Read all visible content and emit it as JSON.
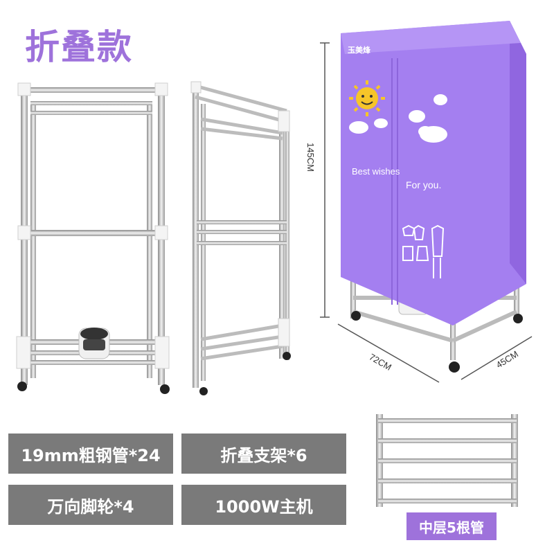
{
  "title": "折叠款",
  "cover": {
    "brand": "玉美烽",
    "text_left": "Best wishes",
    "text_right": "For you.",
    "color": "#a47ff0"
  },
  "dimensions": {
    "height": "145CM",
    "width": "72CM",
    "depth": "45CM"
  },
  "features": [
    "19mm粗钢管*24",
    "折叠支架*6",
    "万向脚轮*4",
    "1000W主机"
  ],
  "middle_layer_label": "中层5根管",
  "colors": {
    "accent": "#9e72db",
    "chip_bg": "#7a7a7a"
  }
}
